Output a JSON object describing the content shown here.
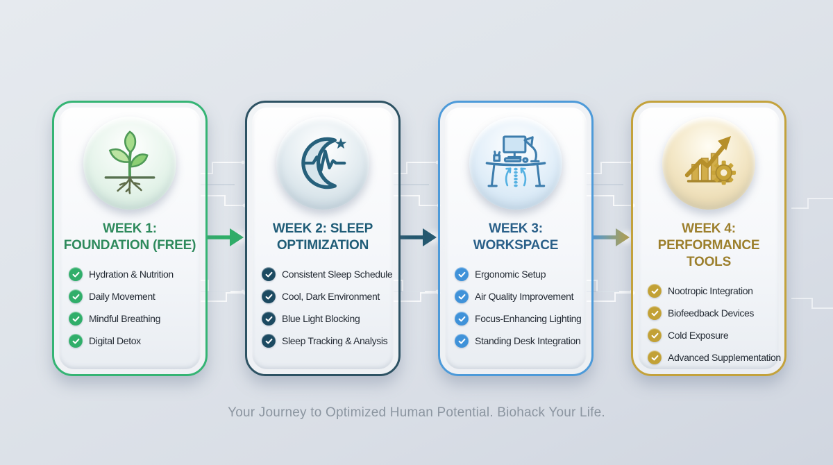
{
  "page": {
    "caption": "Your Journey to Optimized Human Potential. Biohack Your Life.",
    "background_color": "#dde2e9",
    "caption_color": "#8b95a0"
  },
  "cards": [
    {
      "name": "week-1-foundation",
      "icon": "sprout-icon",
      "border_color": "#35b474",
      "title_color": "#2e8a5c",
      "check_color": "#30ae6a",
      "title_lines": [
        "WEEK 1:",
        "FOUNDATION (FREE)"
      ],
      "items": [
        "Hydration & Nutrition",
        "Daily Movement",
        "Mindful Breathing",
        "Digital Detox"
      ]
    },
    {
      "name": "week-2-sleep-optimization",
      "icon": "crescent-moon-pulse-icon",
      "border_color": "#2d5263",
      "title_color": "#1f5c77",
      "check_color": "#1c4a61",
      "title_lines": [
        "WEEK 2: SLEEP",
        "OPTIMIZATION"
      ],
      "items": [
        "Consistent Sleep Schedule",
        "Cool, Dark Environment",
        "Blue Light Blocking",
        "Sleep Tracking & Analysis"
      ]
    },
    {
      "name": "week-3-workspace",
      "icon": "ergonomic-desk-icon",
      "border_color": "#4d9ad9",
      "title_color": "#2a6089",
      "check_color": "#3f92d9",
      "title_lines": [
        "WEEK 3:",
        "WORKSPACE"
      ],
      "items": [
        "Ergonomic Setup",
        "Air Quality Improvement",
        "Focus-Enhancing Lighting",
        "Standing Desk Integration"
      ]
    },
    {
      "name": "week-4-performance-tools",
      "icon": "growth-chart-gear-icon",
      "border_color": "#c3a23c",
      "title_color": "#9c7f2c",
      "check_color": "#c2a136",
      "title_lines": [
        "WEEK 4:",
        "PERFORMANCE TOOLS"
      ],
      "items": [
        "Nootropic Integration",
        "Biofeedback Devices",
        "Cold Exposure",
        "Advanced Supplementation"
      ]
    }
  ],
  "arrows": [
    {
      "name": "arrow-week1-to-week2",
      "color": "#2fae68"
    },
    {
      "name": "arrow-week2-to-week3",
      "color": "#24586f"
    },
    {
      "name": "arrow-week3-to-week4",
      "color_start": "#4d9ad9",
      "color_end": "#c3a23c"
    }
  ]
}
